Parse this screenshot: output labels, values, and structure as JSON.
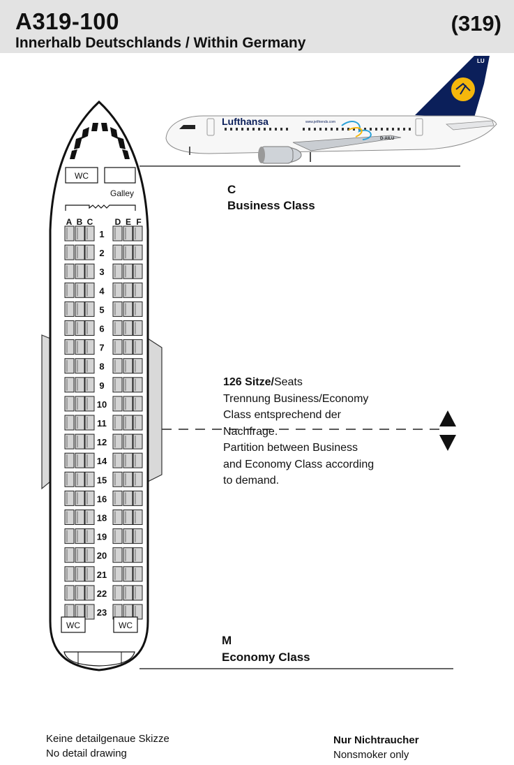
{
  "header": {
    "model": "A319-100",
    "subtitle": "Innerhalb Deutschlands / Within Germany",
    "code": "(319)"
  },
  "aircraft_photo": {
    "airline_logo_text": "Lufthansa",
    "website_text": "www.jetfriends.com",
    "registration": "D-AILU",
    "tail_code": "LU",
    "colors": {
      "fuselage": "#f7f7f7",
      "tail": "#0b1f5a",
      "crane_circle": "#f5b70c",
      "engine": "#cfd3d8"
    }
  },
  "cabin_map": {
    "columns_left": [
      "A",
      "B",
      "C"
    ],
    "columns_right": [
      "D",
      "E",
      "F"
    ],
    "rows": [
      "1",
      "2",
      "3",
      "4",
      "5",
      "6",
      "7",
      "8",
      "9",
      "10",
      "11",
      "12",
      "14",
      "15",
      "16",
      "18",
      "19",
      "20",
      "21",
      "22",
      "23"
    ],
    "front_lavatory": "WC",
    "galley": "Galley",
    "rear_lavatories": [
      "WC",
      "WC"
    ]
  },
  "business_class": {
    "code": "C",
    "name": "Business Class"
  },
  "economy_class": {
    "code": "M",
    "name": "Economy Class"
  },
  "info": {
    "seats_bold": "126 Sitze/",
    "seats_normal": "Seats",
    "lines": [
      "Trennung Business/Economy",
      "Class entsprechend der",
      "Nachfrage.",
      "Partition between Business",
      "and Economy Class according",
      "to demand."
    ]
  },
  "footer": {
    "disclaimer_de": "Keine detailgenaue Skizze",
    "disclaimer_en": "No detail drawing",
    "smoking_de": "Nur Nichtraucher",
    "smoking_en": "Nonsmoker only"
  }
}
